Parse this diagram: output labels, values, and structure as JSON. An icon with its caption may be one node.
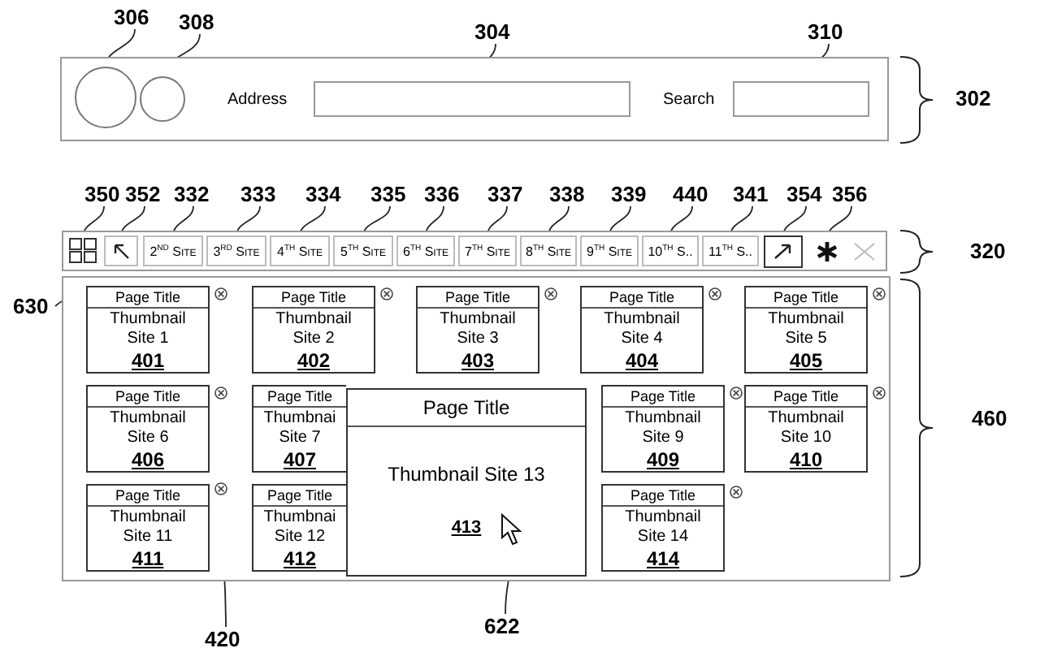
{
  "diagram": {
    "nodes": [
      {
        "text": [
          "306"
        ]
      },
      {
        "text": [
          "308"
        ]
      },
      {
        "text": [
          "304"
        ]
      },
      {
        "text": [
          "310"
        ]
      },
      {
        "text": [],
        "shape": "box"
      },
      {
        "text": [],
        "shape": "circle",
        "in": 4
      },
      {
        "text": [],
        "shape": "circle",
        "in": 4
      },
      {
        "text": [],
        "shape": "box",
        "in": 4
      },
      {
        "text": [],
        "shape": "box",
        "in": 4
      },
      {
        "text": [
          "350"
        ]
      },
      {
        "text": [
          "352"
        ]
      },
      {
        "text": [
          "332"
        ]
      },
      {
        "text": [
          "333"
        ]
      },
      {
        "text": [
          "334"
        ]
      },
      {
        "text": [
          "335"
        ]
      },
      {
        "text": [
          "336"
        ]
      },
      {
        "text": [
          "337"
        ]
      },
      {
        "text": [
          "338"
        ]
      },
      {
        "text": [
          "339"
        ]
      },
      {
        "text": [
          "440"
        ]
      },
      {
        "text": [
          "341"
        ]
      },
      {
        "text": [
          "354"
        ]
      },
      {
        "text": [
          "356"
        ]
      },
      {
        "text": [],
        "shape": "box"
      },
      {
        "text": [],
        "shape": "picture",
        "in": 23
      },
      {
        "text": [],
        "shape": "picture",
        "in": 23
      },
      {
        "text": [
          "2$^{ND}$ Site"
        ],
        "in": 23
      },
      {
        "text": [
          "3$^{RD}$ Site"
        ],
        "in": 23
      },
      {
        "text": [
          "4$^{TH}$ Site"
        ],
        "in": 23
      },
      {
        "text": [
          "5$^{TH}$ Site"
        ],
        "in": 23
      },
      {
        "text": [
          "6$^{TH}$ Site"
        ],
        "in": 23
      },
      {
        "text": [
          "7$^{TH}$ Site"
        ],
        "in": 23
      },
      {
        "text": [
          "8$^{TH}$ Site"
        ],
        "in": 23
      },
      {
        "text": [
          "9$^{TH}$ Site"
        ],
        "in": 23
      },
      {
        "text": [
          "10$^{TH}$ S.."
        ],
        "in": 23
      },
      {
        "text": [
          "11$^{TH}$ S.."
        ],
        "in": 23
      },
      {
        "text": [],
        "shape": "picture",
        "in": 23
      },
      {
        "text": [],
        "shape": "picture",
        "in": 23
      },
      {
        "text": [],
        "shape": "box"
      },
      {
        "text": [
          "630"
        ]
      },
      {
        "text": [
          "Page Title",
          "Thumbnail Site 1",
          "401"
        ],
        "in": 38
      },
      {
        "text": [
          "Page Title",
          "Thumbnail Site 2",
          "402"
        ],
        "in": 38
      },
      {
        "text": [
          "Page Title",
          "Thumbnail Site 3",
          "403"
        ],
        "in": 38
      },
      {
        "text": [
          "Page Title",
          "Thumbnail Site 4",
          "404"
        ],
        "in": 38
      },
      {
        "text": [
          "Page Title",
          "Thumbnail Site 5",
          "405"
        ],
        "in": 38
      },
      {
        "text": [
          "Page Title",
          "Thumbnail Site 6",
          "406"
        ],
        "in": 38
      },
      {
        "text": [
          "Page Title",
          "Thumbnai Site 7",
          "407"
        ],
        "in": 38
      },
      {
        "text": [
          "Page Title",
          "Thumbnail Site 9",
          "409"
        ],
        "in": 38
      },
      {
        "text": [
          "Page Title",
          "Thumbnail Site 10",
          "410"
        ],
        "in": 38
      },
      {
        "text": [
          "Page Title",
          "Thumbnail Site 11",
          "411"
        ],
        "in": 38
      },
      {
        "text": [
          "Page Title",
          "Thumbnai Site 12",
          "412"
        ],
        "in": 38
      },
      {
        "text": [
          "Page Title",
          "Thumbnail Site 14",
          "414"
        ],
        "in": 38
      },
      {
        "text": [
          "Page Title",
          "Thumbnail Site 13",
          "413"
        ],
        "in": 38
      },
      {
        "text": [],
        "shape": "picture",
        "in": 38
      },
      {
        "text": [],
        "shape": "picture",
        "in": 52
      },
      {
        "text": [
          "420"
        ]
      },
      {
        "text": [
          "622"
        ]
      }
    ],
    "edges": [
      {
        "from": 0,
        "to": 5,
        "arrow": "none"
      },
      {
        "from": 1,
        "to": 6,
        "arrow": "none"
      },
      {
        "from": 2,
        "to": 7,
        "arrow": "none"
      },
      {
        "from": 3,
        "to": 8,
        "arrow": "none"
      },
      {
        "from": 9,
        "to": 24,
        "arrow": "none"
      },
      {
        "from": 10,
        "to": 25,
        "arrow": "none"
      },
      {
        "from": 11,
        "to": 26,
        "arrow": "none"
      },
      {
        "from": 12,
        "to": 27,
        "arrow": "none"
      },
      {
        "from": 13,
        "to": 28,
        "arrow": "none"
      },
      {
        "from": 14,
        "to": 29,
        "arrow": "none"
      },
      {
        "from": 15,
        "to": 30,
        "arrow": "none"
      },
      {
        "from": 16,
        "to": 31,
        "arrow": "none"
      },
      {
        "from": 17,
        "to": 32,
        "arrow": "none"
      },
      {
        "from": 18,
        "to": 33,
        "arrow": "none"
      },
      {
        "from": 19,
        "to": 34,
        "arrow": "none"
      },
      {
        "from": 20,
        "to": 35,
        "arrow": "none"
      },
      {
        "from": 21,
        "to": 36,
        "arrow": "none"
      },
      {
        "from": 22,
        "to": 37,
        "arrow": "none"
      },
      {
        "from": 39,
        "to": 40,
        "arrow": "none"
      },
      {
        "from": 55,
        "to": 53,
        "arrow": "none"
      },
      {
        "from": 56,
        "to": 54,
        "arrow": "none"
      }
    ],
    "labels": [
      "Address",
      "Search",
      "302",
      "320",
      "460"
    ]
  }
}
